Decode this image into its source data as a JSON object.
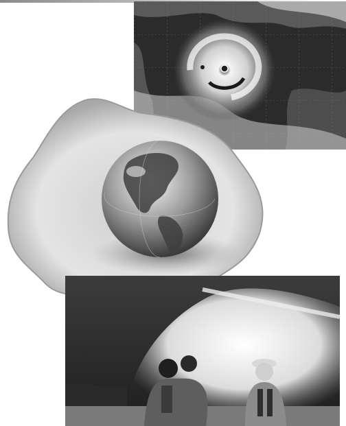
{
  "colors": {
    "background": "#ffffff",
    "ocean": "#2a2a2a",
    "cloud": "#e8e8e8",
    "egg_white": "#dcdcdc",
    "fire": "#f2f2f2",
    "smoke": "#3a3a3a"
  },
  "images": [
    {
      "name": "hurricane-satellite-image"
    },
    {
      "name": "earth-fried-egg-image"
    },
    {
      "name": "firefighters-wildfire-image"
    }
  ]
}
